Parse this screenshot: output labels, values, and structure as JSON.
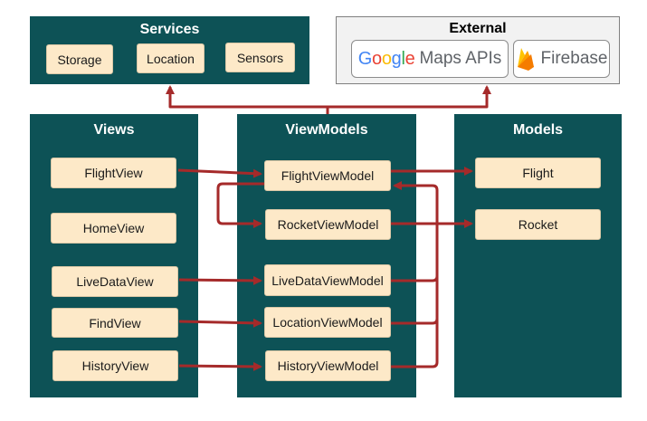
{
  "colors": {
    "panel": "#0d5256",
    "box_fill": "#fde9c8",
    "arrow": "#a52a2a",
    "external_fill": "#f2f2f2",
    "google_blue": "#4285f4",
    "google_red": "#ea4335",
    "google_yellow": "#fbbc05",
    "google_green": "#34a853",
    "firebase_orange": "#ffa000"
  },
  "services": {
    "title": "Services",
    "items": [
      "Storage",
      "Location",
      "Sensors"
    ]
  },
  "external": {
    "title": "External",
    "google_letters": [
      "G",
      "o",
      "o",
      "g",
      "l",
      "e"
    ],
    "google_suffix": "Maps APIs",
    "firebase_icon": "firebase-flame-icon",
    "firebase_label": "Firebase"
  },
  "views": {
    "title": "Views",
    "items": [
      "FlightView",
      "HomeView",
      "LiveDataView",
      "FindView",
      "HistoryView"
    ]
  },
  "viewmodels": {
    "title": "ViewModels",
    "items": [
      "FlightViewModel",
      "RocketViewModel",
      "LiveDataViewModel",
      "LocationViewModel",
      "HistoryViewModel"
    ]
  },
  "models": {
    "title": "Models",
    "items": [
      "Flight",
      "Rocket"
    ]
  }
}
